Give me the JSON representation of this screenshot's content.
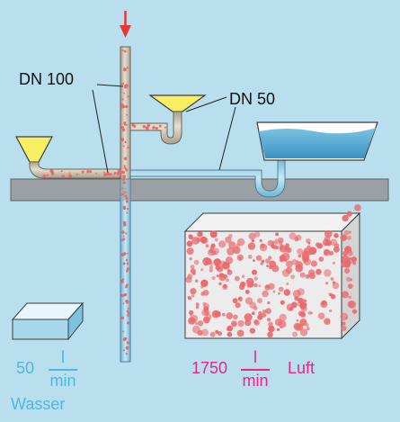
{
  "labels": {
    "dn100": "DN 100",
    "dn50": "DN 50"
  },
  "water": {
    "number": "50",
    "unit_numerator": "l",
    "unit_denominator": "min",
    "word": "Wasser",
    "color": "#4eb7dc"
  },
  "air": {
    "number": "1750",
    "unit_numerator": "l",
    "unit_denominator": "min",
    "word": "Luft",
    "color": "#e2287f"
  },
  "colors": {
    "background": "#b9dfee",
    "floor": "#9aa0a3",
    "pipe_wall": "#d1cabb",
    "pipe_water": "#a7d7ec",
    "funnel": "#f7ee62",
    "air_bubble": "#ea6a6e",
    "arrow": "#e53935"
  }
}
